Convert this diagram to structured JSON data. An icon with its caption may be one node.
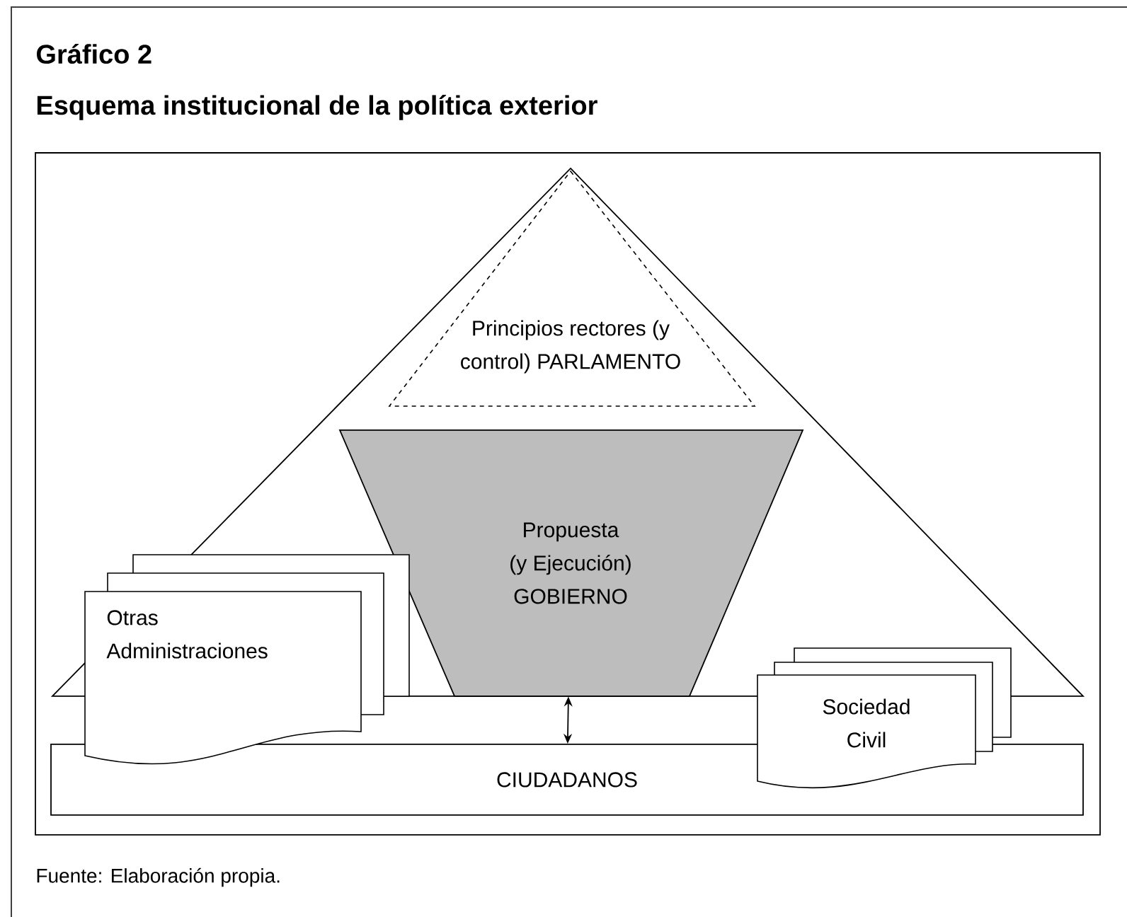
{
  "diagram": {
    "title": "Esquema institucional de la política exterior",
    "caption": "Fuente: Elaboración propia.",
    "nodes": [
      {
        "text": [],
        "shape": "triangle"
      },
      {
        "text": [
          "Principios rectores (y control) PARLAMENTO"
        ],
        "in": 0
      },
      {
        "text": [
          "Propuesta (y Ejecución) GOBIERNO"
        ],
        "in": 0
      },
      {
        "text": [
          "Otras Administraciones"
        ]
      },
      {
        "text": [
          "CIUDADANOS"
        ]
      },
      {
        "text": [
          "Sociedad Civil"
        ]
      }
    ],
    "edges": [
      {
        "from": 2,
        "to": 4,
        "arrow": "both"
      }
    ],
    "labels": [
      "Gráfico 2"
    ]
  }
}
